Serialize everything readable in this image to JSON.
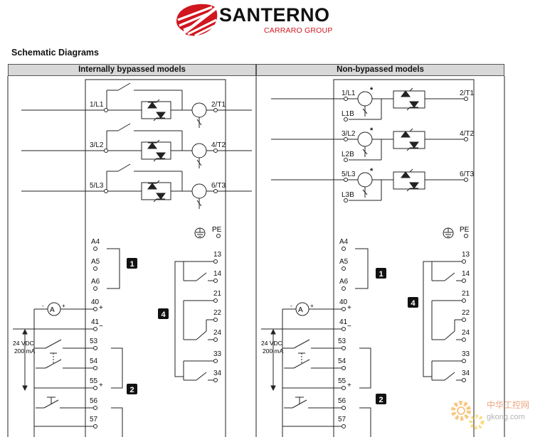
{
  "header": {
    "brand_name": "SANTERNO",
    "brand_group": "CARRARO GROUP",
    "colors": {
      "brand_red": "#d0161e",
      "header_grey": "#d8d8d8"
    }
  },
  "page_title": "Schematic Diagrams",
  "table": {
    "columns": [
      "Internally bypassed models",
      "Non-bypassed models"
    ]
  },
  "labels": {
    "l1": "1/L1",
    "t1": "2/T1",
    "l2": "3/L2",
    "t2": "4/T2",
    "l3": "5/L3",
    "t3": "6/T3",
    "l1b": "L1B",
    "l2b": "L2B",
    "l3b": "L3B",
    "pe": "PE",
    "a4": "A4",
    "a5": "A5",
    "a6": "A6",
    "r13": "13",
    "r14": "14",
    "r21": "21",
    "r22": "22",
    "r24": "24",
    "r33": "33",
    "r34": "34",
    "t40": "40",
    "t41": "41",
    "t53": "53",
    "t54": "54",
    "t55": "55",
    "t56": "56",
    "t57": "57",
    "plus": "+",
    "minus": "−",
    "minus_short": "-",
    "ammeter": "A",
    "star": "*",
    "vdc": "24 VDC",
    "ma": "200 mA",
    "callouts": [
      "1",
      "2",
      "4"
    ]
  },
  "watermark": {
    "site_cn": "中华工控网",
    "site_url": "gkong.com"
  }
}
